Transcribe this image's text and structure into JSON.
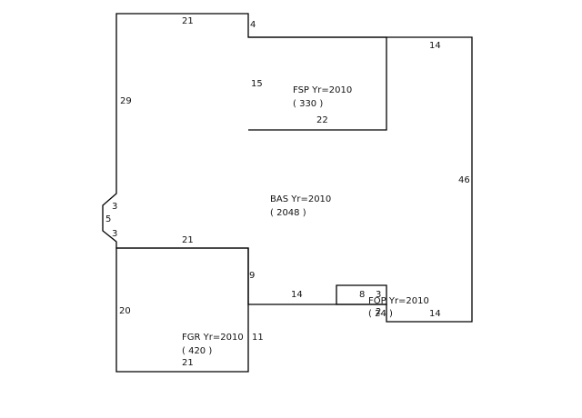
{
  "colors": {
    "line": "#000000",
    "text": "#111111",
    "background": "#ffffff"
  },
  "areas": {
    "bas": {
      "code": "BAS Yr=2010",
      "sqft": "( 2048 )"
    },
    "fsp": {
      "code": "FSP Yr=2010",
      "sqft": "( 330 )"
    },
    "fgr": {
      "code": "FGR Yr=2010",
      "sqft": "( 420 )"
    },
    "fop": {
      "code": "FOP Yr=2010",
      "sqft": "( 24 )"
    }
  },
  "dimensions": {
    "top_left_width": "21",
    "left_upper_height": "29",
    "notch_top": "3",
    "notch_mid": "5",
    "notch_bottom": "3",
    "step_down": "4",
    "right_top_width": "14",
    "right_height": "46",
    "right_bottom_width": "14",
    "fsp_height": "15",
    "fsp_width": "22",
    "mid_width": "21",
    "garage_side": "9",
    "connector": "14",
    "garage_left": "20",
    "garage_bottom": "21",
    "garage_right": "11",
    "porch_width": "8",
    "porch_depth": "3",
    "porch_side": "2"
  }
}
